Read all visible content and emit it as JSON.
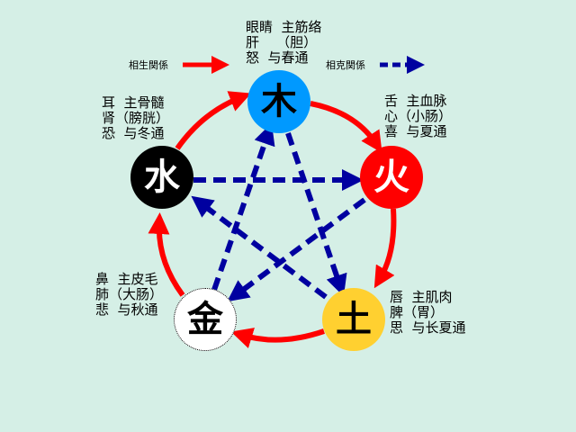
{
  "legend": {
    "generating": "相生関係",
    "controlling": "相克関係"
  },
  "colors": {
    "background": "#d5efe6",
    "generating": "#ff0000",
    "controlling": "#0000a0",
    "wood": "#0099ff",
    "fire": "#ff0000",
    "earth": "#ffd030",
    "metal": "#ffffff",
    "water": "#000000"
  },
  "elements": {
    "wood": {
      "char": "木",
      "lines": [
        "眼睛  主筋络",
        "肝    （胆）",
        "怒  与春通"
      ]
    },
    "fire": {
      "char": "火",
      "lines": [
        "舌  主血脉",
        "心（小肠）",
        "喜  与夏通"
      ]
    },
    "earth": {
      "char": "土",
      "lines": [
        "唇  主肌肉",
        "脾（胃）",
        "思  与长夏通"
      ]
    },
    "metal": {
      "char": "金",
      "lines": [
        "鼻  主皮毛",
        "肺（大肠）",
        "悲  与秋通"
      ]
    },
    "water": {
      "char": "水",
      "lines": [
        "耳  主骨髓",
        "肾（膀胱）",
        "恐  与冬通"
      ]
    }
  }
}
